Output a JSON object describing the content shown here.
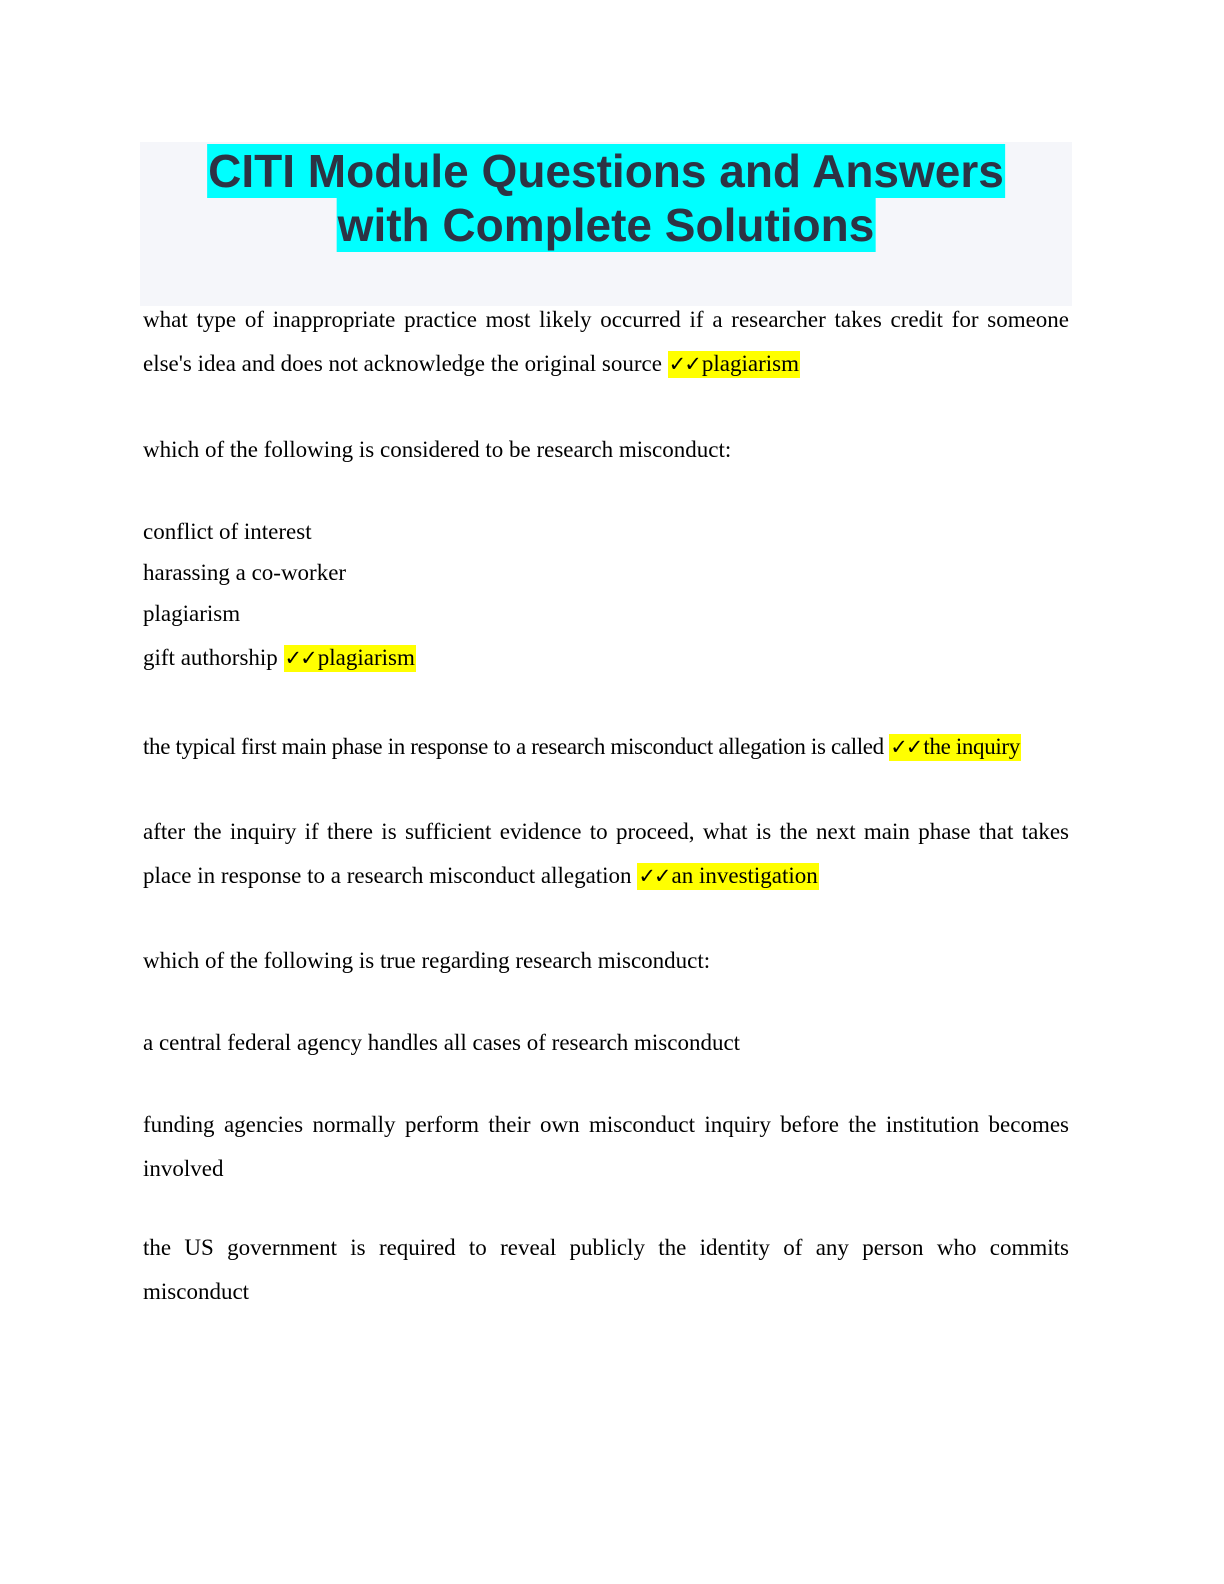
{
  "title": {
    "line1": "CITI Module Questions and Answers",
    "line2": "with Complete Solutions",
    "highlight_color": "#00ffff",
    "text_color": "#2d3344",
    "box_background": "#f5f6fa"
  },
  "check_icon": "✓✓",
  "answer_highlight_color": "#ffff00",
  "items": [
    {
      "question_line1": "what type of inappropriate practice most likely occurred if a researcher takes credit for someone",
      "question_line2": "else's idea and does not acknowledge the original source",
      "answer": "plagiarism"
    },
    {
      "question": "which of the following is considered to be research misconduct:",
      "options": [
        "conflict of interest",
        "harassing a co-worker",
        "plagiarism",
        "gift authorship"
      ],
      "answer": "plagiarism"
    },
    {
      "question": "the typical first main phase in response to a research misconduct allegation is called",
      "answer": "the inquiry"
    },
    {
      "question_line1": "after the inquiry if there is sufficient evidence to proceed, what is the next main phase that takes",
      "question_line2": "place in response to a research misconduct allegation",
      "answer": "an investigation"
    },
    {
      "question": "which of the following is true regarding research misconduct:",
      "options": [
        "a central federal agency handles all cases of research misconduct",
        "funding agencies normally perform their own misconduct inquiry before the institution becomes involved",
        "the US government is required to reveal publicly the identity of any person who commits misconduct"
      ]
    }
  ]
}
